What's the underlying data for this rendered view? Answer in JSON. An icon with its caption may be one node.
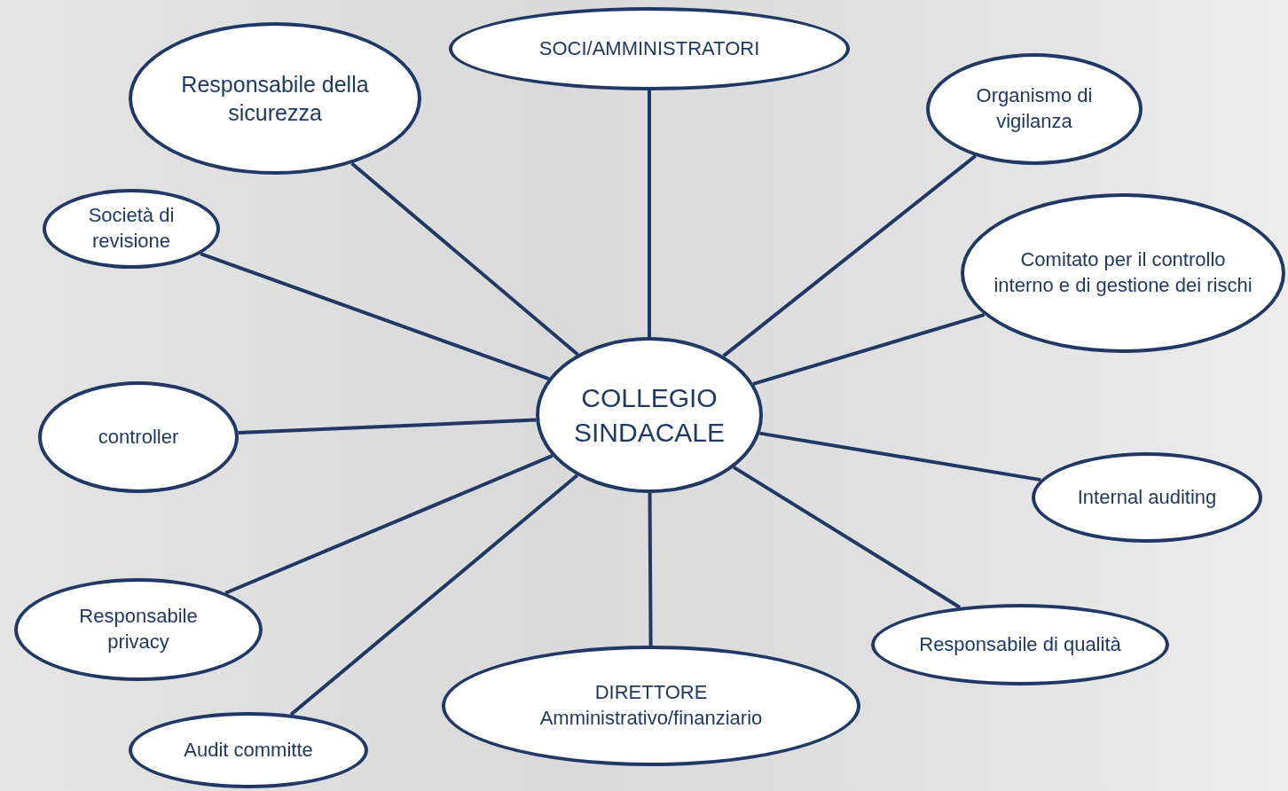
{
  "diagram": {
    "nodes": [
      {
        "text": [
          "COLLEGIO SINDACALE"
        ]
      },
      {
        "text": [
          "SOCI/AMMINISTRATORI"
        ]
      },
      {
        "text": [
          "Responsabile della sicurezza"
        ]
      },
      {
        "text": [
          "Organismo di vigilanza"
        ]
      },
      {
        "text": [
          "Società di revisione"
        ]
      },
      {
        "text": [
          "Comitato per il controllo interno e di gestione dei rischi"
        ]
      },
      {
        "text": [
          "controller"
        ]
      },
      {
        "text": [
          "Internal auditing"
        ]
      },
      {
        "text": [
          "Responsabile privacy"
        ]
      },
      {
        "text": [
          "Responsabile di qualità"
        ]
      },
      {
        "text": [
          "DIRETTORE Amministrativo/finanziario"
        ]
      },
      {
        "text": [
          "Audit committe"
        ]
      }
    ],
    "edges": [
      {
        "from": 0,
        "to": 1,
        "arrow": "none"
      },
      {
        "from": 0,
        "to": 2,
        "arrow": "none"
      },
      {
        "from": 0,
        "to": 3,
        "arrow": "none"
      },
      {
        "from": 0,
        "to": 4,
        "arrow": "none"
      },
      {
        "from": 0,
        "to": 5,
        "arrow": "none"
      },
      {
        "from": 0,
        "to": 6,
        "arrow": "none"
      },
      {
        "from": 0,
        "to": 7,
        "arrow": "none"
      },
      {
        "from": 0,
        "to": 8,
        "arrow": "none"
      },
      {
        "from": 0,
        "to": 9,
        "arrow": "none"
      },
      {
        "from": 0,
        "to": 10,
        "arrow": "none"
      },
      {
        "from": 0,
        "to": 11,
        "arrow": "none"
      }
    ]
  }
}
